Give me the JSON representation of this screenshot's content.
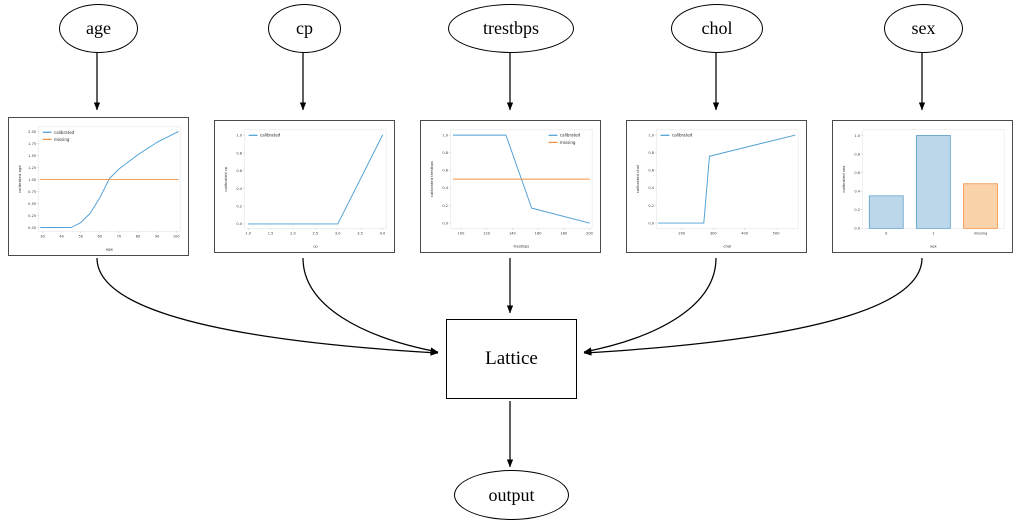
{
  "diagram": {
    "title": "Lattice calibration diagram",
    "input_nodes": [
      {
        "id": "age",
        "label": "age"
      },
      {
        "id": "cp",
        "label": "cp"
      },
      {
        "id": "trestbps",
        "label": "trestbps"
      },
      {
        "id": "chol",
        "label": "chol"
      },
      {
        "id": "sex",
        "label": "sex"
      }
    ],
    "lattice_label": "Lattice",
    "output_label": "output"
  },
  "colors": {
    "calibrated": "#4c9fd4",
    "missing": "#f4903f",
    "bar_blue_fill": "#bcd7ea",
    "bar_blue_edge": "#5b9ec9",
    "bar_orange_fill": "#fbd3ab",
    "bar_orange_edge": "#f4903f",
    "panel_border": "#4a4a4a",
    "node_stroke": "#000000"
  },
  "chart_data": [
    {
      "id": "age",
      "type": "line",
      "title": "",
      "xlabel": "age",
      "ylabel": "calibrated age",
      "xlim": [
        28,
        102
      ],
      "ylim": [
        -0.08,
        2.1
      ],
      "xticks": [
        30,
        40,
        50,
        60,
        70,
        80,
        90,
        100
      ],
      "yticks": [
        0.0,
        0.25,
        0.5,
        0.75,
        1.0,
        1.25,
        1.5,
        1.75,
        2.0
      ],
      "ytick_labels": [
        "0.00",
        "0.25",
        "0.50",
        "0.75",
        "1.00",
        "1.25",
        "1.50",
        "1.75",
        "2.00"
      ],
      "legend": [
        "calibrated",
        "missing"
      ],
      "legend_position": "upper left",
      "grid": false,
      "series": [
        {
          "name": "calibrated",
          "color": "#4c9fd4",
          "x": [
            29,
            45,
            50,
            55,
            60,
            65,
            70,
            80,
            90,
            101
          ],
          "y": [
            0.0,
            0.0,
            0.1,
            0.3,
            0.62,
            1.02,
            1.22,
            1.52,
            1.78,
            2.0
          ]
        },
        {
          "name": "missing",
          "color": "#f4903f",
          "x": [
            29,
            101
          ],
          "y": [
            1.0,
            1.0
          ]
        }
      ]
    },
    {
      "id": "cp",
      "type": "line",
      "title": "",
      "xlabel": "cp",
      "ylabel": "calibrated cp",
      "xlim": [
        0.92,
        4.08
      ],
      "ylim": [
        -0.05,
        1.06
      ],
      "xticks": [
        1.0,
        1.5,
        2.0,
        2.5,
        3.0,
        3.5,
        4.0
      ],
      "xtick_labels": [
        "1.0",
        "1.5",
        "2.0",
        "2.5",
        "3.0",
        "3.5",
        "4.0"
      ],
      "yticks": [
        0.0,
        0.2,
        0.4,
        0.6,
        0.8,
        1.0
      ],
      "ytick_labels": [
        "0.0",
        "0.2",
        "0.4",
        "0.6",
        "0.8",
        "1.0"
      ],
      "legend": [
        "calibrated"
      ],
      "legend_position": "upper left",
      "grid": false,
      "series": [
        {
          "name": "calibrated",
          "color": "#4c9fd4",
          "x": [
            1.0,
            3.0,
            4.0
          ],
          "y": [
            0.0,
            0.0,
            1.0
          ]
        }
      ]
    },
    {
      "id": "trestbps",
      "type": "line",
      "title": "",
      "xlabel": "trestbps",
      "ylabel": "calibrated trestbps",
      "xlim": [
        92,
        202
      ],
      "ylim": [
        -0.06,
        1.06
      ],
      "xticks": [
        100,
        120,
        140,
        160,
        180,
        200
      ],
      "yticks": [
        0.0,
        0.2,
        0.4,
        0.6,
        0.8,
        1.0
      ],
      "ytick_labels": [
        "0.0",
        "0.2",
        "0.4",
        "0.6",
        "0.8",
        "1.0"
      ],
      "legend": [
        "calibrated",
        "missing"
      ],
      "legend_position": "upper right",
      "grid": false,
      "series": [
        {
          "name": "calibrated",
          "color": "#4c9fd4",
          "x": [
            94,
            135,
            155,
            200
          ],
          "y": [
            1.0,
            1.0,
            0.17,
            0.0
          ]
        },
        {
          "name": "missing",
          "color": "#f4903f",
          "x": [
            94,
            200
          ],
          "y": [
            0.5,
            0.5
          ]
        }
      ]
    },
    {
      "id": "chol",
      "type": "line",
      "title": "",
      "xlabel": "chol",
      "ylabel": "calibrated chol",
      "xlim": [
        120,
        570
      ],
      "ylim": [
        -0.06,
        1.06
      ],
      "xticks": [
        200,
        300,
        400,
        500
      ],
      "yticks": [
        0.0,
        0.2,
        0.4,
        0.6,
        0.8,
        1.0
      ],
      "ytick_labels": [
        "0.0",
        "0.2",
        "0.4",
        "0.6",
        "0.8",
        "1.0"
      ],
      "legend": [
        "calibrated"
      ],
      "legend_position": "upper left",
      "grid": false,
      "series": [
        {
          "name": "calibrated",
          "color": "#4c9fd4",
          "x": [
            126,
            270,
            288,
            560
          ],
          "y": [
            0.0,
            0.0,
            0.76,
            1.0
          ]
        }
      ]
    },
    {
      "id": "sex",
      "type": "bar",
      "title": "",
      "xlabel": "sex",
      "ylabel": "calibrated sex",
      "categories": [
        "0",
        "1",
        "missing"
      ],
      "values": [
        0.35,
        1.0,
        0.48
      ],
      "bar_colors": [
        "#bcd7ea",
        "#bcd7ea",
        "#fbd3ab"
      ],
      "bar_edge_colors": [
        "#5b9ec9",
        "#5b9ec9",
        "#f4903f"
      ],
      "ylim": [
        0.0,
        1.06
      ],
      "yticks": [
        0.0,
        0.2,
        0.4,
        0.6,
        0.8,
        1.0
      ],
      "ytick_labels": [
        "0.0",
        "0.2",
        "0.4",
        "0.6",
        "0.8",
        "1.0"
      ],
      "grid": false,
      "legend": []
    }
  ]
}
